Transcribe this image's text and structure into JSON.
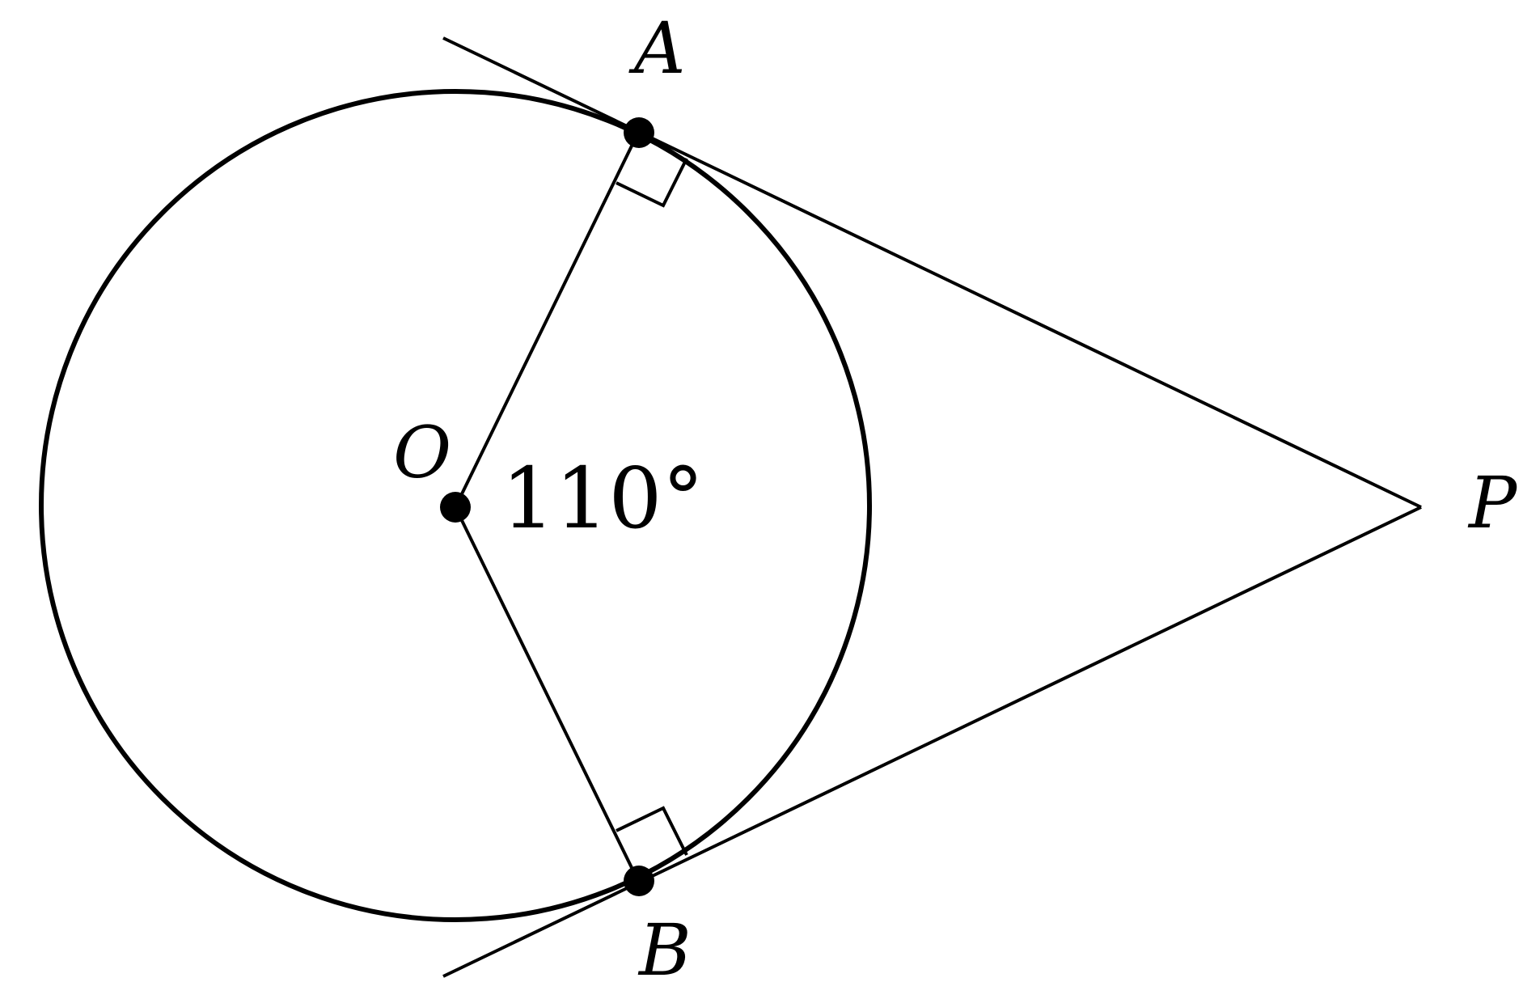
{
  "colors": {
    "stroke": "#000000",
    "background": "#ffffff"
  },
  "labels": {
    "A": "A",
    "B": "B",
    "O": "O",
    "P": "P"
  },
  "angle": {
    "text": "110°"
  }
}
